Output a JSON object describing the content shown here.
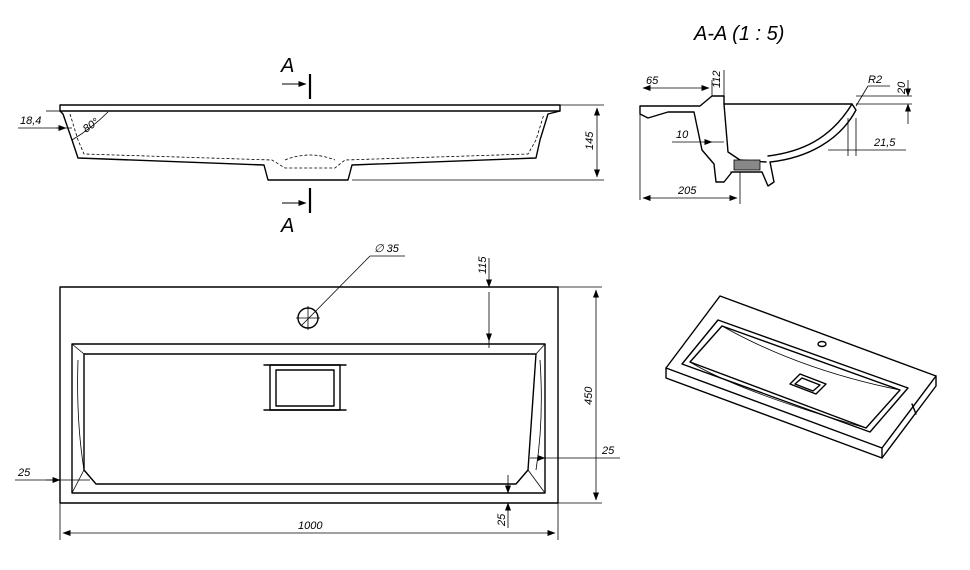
{
  "section_title": "A-A (1 : 5)",
  "section_marker": "A",
  "dimensions": {
    "lip": "18,4",
    "angle": "80°",
    "height": "145",
    "hole_diameter": "35",
    "hole_offset": "115",
    "depth": "450",
    "left_margin": "25",
    "right_margin": "25",
    "bottom_margin": "25",
    "width": "1000",
    "sec_65": "65",
    "sec_112": "112",
    "sec_r2": "R2",
    "sec_20": "20",
    "sec_10": "10",
    "sec_21_5": "21,5",
    "sec_205": "205"
  }
}
